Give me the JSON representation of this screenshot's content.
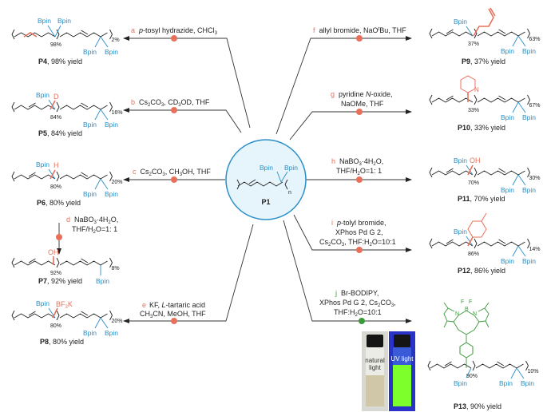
{
  "colors": {
    "bpin": "#2b8fc7",
    "reagent_letter": "#e8705a",
    "bodipy": "#3a9a3a",
    "hub_fill": "#e6f4fb",
    "hub_stroke": "#2b8fc7"
  },
  "hub": {
    "label": "P1",
    "bpin_left": "Bpin",
    "bpin_right": "Bpin",
    "repeat": "n"
  },
  "reactions": {
    "a": {
      "letter": "a",
      "conditions": [
        "p-tosyl hydrazide, CHCl3"
      ]
    },
    "b": {
      "letter": "b",
      "conditions": [
        "Cs2CO3, CD3OD, THF"
      ]
    },
    "c": {
      "letter": "c",
      "conditions": [
        "Cs2CO3, CH3OH, THF"
      ]
    },
    "d": {
      "letter": "d",
      "conditions": [
        "NaBO3·4H2O,",
        "THF/H2O=1: 1"
      ]
    },
    "e": {
      "letter": "e",
      "conditions": [
        "KF, L-tartaric acid",
        "CH3CN, MeOH, THF"
      ]
    },
    "f": {
      "letter": "f",
      "conditions": [
        "allyl bromide, NaOtBu, THF"
      ]
    },
    "g": {
      "letter": "g",
      "conditions": [
        "pyridine N-oxide,",
        "NaOMe, THF"
      ]
    },
    "h": {
      "letter": "h",
      "conditions": [
        "NaBO3·4H2O,",
        "THF/H2O=1: 1"
      ]
    },
    "i": {
      "letter": "i",
      "conditions": [
        "p-tolyl bromide,",
        "XPhos Pd G 2,",
        "Cs2CO3, THF:H2O=10:1"
      ]
    },
    "j": {
      "letter": "j",
      "conditions": [
        "Br-BODIPY,",
        "XPhos Pd G 2, Cs2CO3,",
        "THF:H2O=10:1"
      ]
    }
  },
  "products": {
    "P4": {
      "name": "P4",
      "yield_text": ", 98% yield",
      "pct_left": "98%",
      "pct_right": "2%"
    },
    "P5": {
      "name": "P5",
      "yield_text": ", 84% yield",
      "pct_left": "84%",
      "pct_right": "16%",
      "substituent": "D"
    },
    "P6": {
      "name": "P6",
      "yield_text": ", 80% yield",
      "pct_left": "80%",
      "pct_right": "20%",
      "substituent": "H"
    },
    "P7": {
      "name": "P7",
      "yield_text": ", 92% yield",
      "pct_left": "92%",
      "pct_right": "8%",
      "substituent": "OH"
    },
    "P8": {
      "name": "P8",
      "yield_text": ", 80% yield",
      "pct_left": "80%",
      "pct_right": "20%",
      "substituent": "BF3K"
    },
    "P9": {
      "name": "P9",
      "yield_text": ", 37% yield",
      "pct_left": "37%",
      "pct_right": "63%"
    },
    "P10": {
      "name": "P10",
      "yield_text": ", 33% yield",
      "pct_left": "33%",
      "pct_right": "67%",
      "ring_atom": "N"
    },
    "P11": {
      "name": "P11",
      "yield_text": ", 70% yield",
      "pct_left": "70%",
      "pct_right": "30%",
      "substituent": "OH"
    },
    "P12": {
      "name": "P12",
      "yield_text": ", 86% yield",
      "pct_left": "86%",
      "pct_right": "14%"
    },
    "P13": {
      "name": "P13",
      "yield_text": ", 90% yield",
      "pct_left": "90%",
      "pct_right": "10%",
      "atoms": [
        "F",
        "F",
        "B",
        "N",
        "N"
      ]
    }
  },
  "bpin": "Bpin",
  "vials": {
    "natural": "natural light",
    "uv": "UV light"
  }
}
